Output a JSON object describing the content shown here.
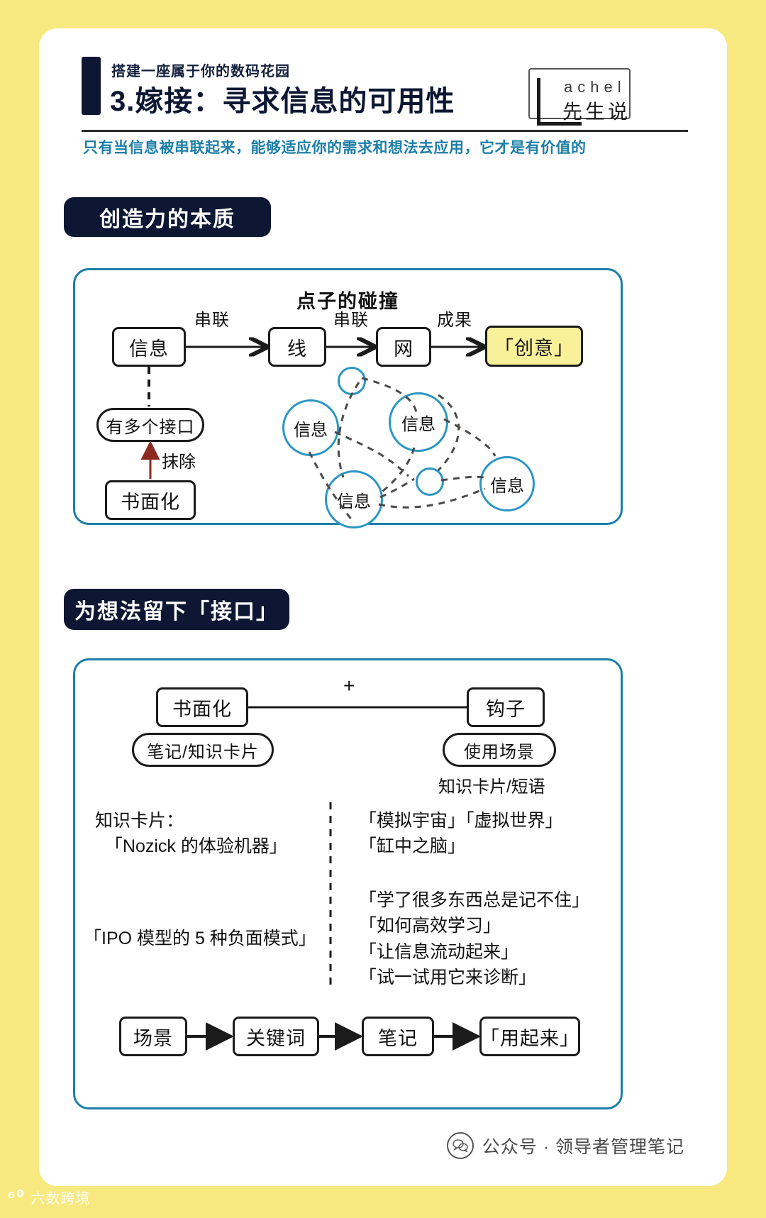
{
  "header": {
    "kicker": "搭建一座属于你的数码花园",
    "title": "3.嫁接：寻求信息的可用性",
    "subtitle": "只有当信息被串联起来，能够适应你的需求和想法去应用，它才是有价值的",
    "logo": {
      "latin": "achel",
      "cn": "先生说",
      "mark": "L"
    }
  },
  "section1": {
    "chip": "创造力的本质",
    "panel_title": "点子的碰撞",
    "chain": [
      {
        "label": "信息"
      },
      {
        "label": "线"
      },
      {
        "label": "网"
      },
      {
        "label": "「创意」",
        "highlight": true
      }
    ],
    "chain_edges": [
      "串联",
      "串联",
      "成果"
    ],
    "branch": {
      "interface": "有多个接口",
      "arrow_label": "抹除",
      "source": "书面化"
    },
    "network": {
      "big_nodes": [
        "信息",
        "信息",
        "信息",
        "信息"
      ],
      "small_nodes": [
        "",
        ""
      ]
    }
  },
  "section2": {
    "chip": "为想法留下「接口」",
    "left_node": "书面化",
    "left_pill": "笔记/知识卡片",
    "plus": "+",
    "right_node": "钩子",
    "right_pill": "使用场景",
    "right_caption": "知识卡片/短语",
    "left_text_top": "知识卡片：\n  「Nozick 的体验机器」",
    "left_text_bottom": "「IPO 模型的 5 种负面模式」",
    "right_text_top": "「模拟宇宙」「虚拟世界」\n「缸中之脑」",
    "right_text_bottom": "「学了很多东西总是记不住」\n「如何高效学习」\n「让信息流动起来」\n「试一试用它来诊断」",
    "bottom_flow": [
      "场景",
      "关键词",
      "笔记",
      "「用起来」"
    ]
  },
  "footer": {
    "icon": "wechat-icon",
    "text": "公众号 · 领导者管理笔记"
  },
  "watermark": {
    "mark": "⁶⁰",
    "text": "六数跨境"
  },
  "colors": {
    "page_bg": "#f7e97f",
    "card_bg": "#ffffff",
    "chip_bg": "#0d1733",
    "accent_blue": "#1b7fa8",
    "highlight_yellow": "#f9f19a",
    "arrow_red": "#8b2b22",
    "node_border": "#1b1b1b"
  }
}
